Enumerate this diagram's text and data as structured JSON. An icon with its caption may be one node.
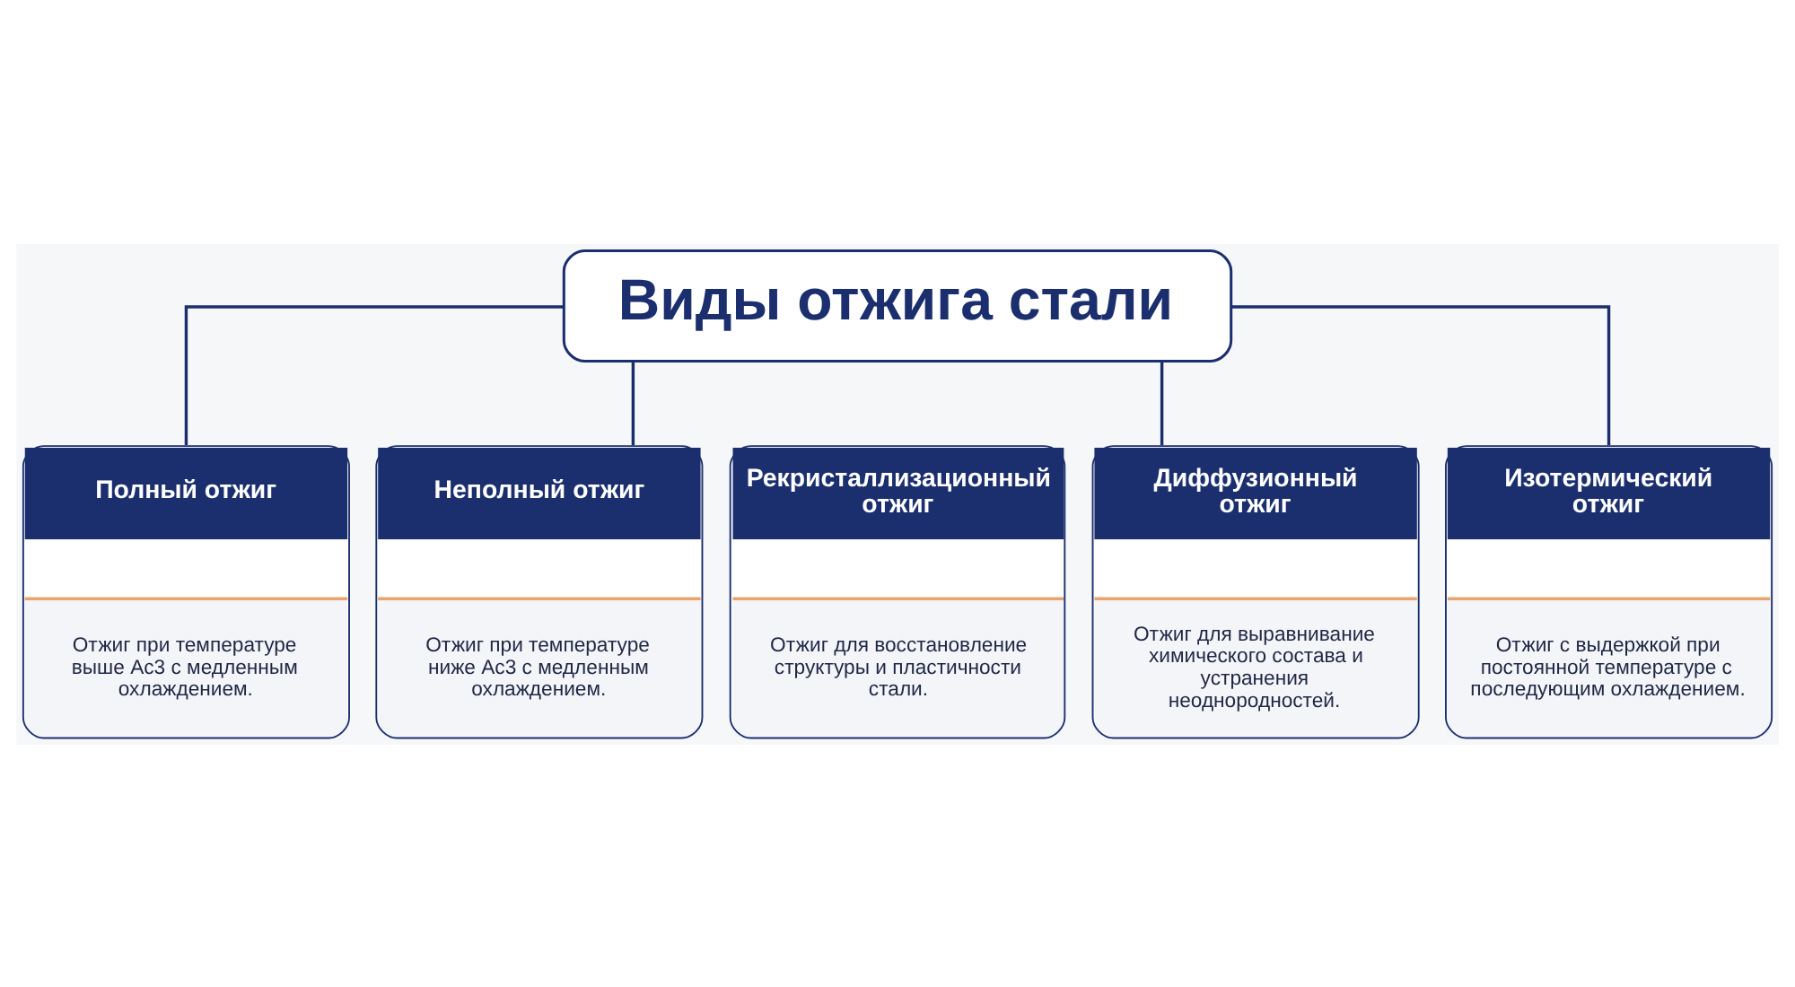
{
  "diagram": {
    "nodes": [
      {
        "text": [
          "Виды отжига стали"
        ]
      },
      {
        "text": [
          "Полный отжиг",
          "Отжиг при температуре выше Ac3 с медленным охлаждением."
        ]
      },
      {
        "text": [
          "Неполный отжиг",
          "Отжиг при температуре ниже Ac3 с медленным охлаждением."
        ]
      },
      {
        "text": [
          "Рекристаллизационный отжиг",
          "Отжиг для восстановление структуры и пластичности стали."
        ]
      },
      {
        "text": [
          "Диффузионный отжиг",
          "Отжиг для выравнивание химического состава и устранения неоднородностей."
        ]
      },
      {
        "text": [
          "Изотермический отжиг",
          "Отжиг с выдержкой при постоянной температуре с последующим охлаждением."
        ]
      }
    ],
    "edges": [
      {
        "from": 0,
        "to": 1,
        "arrow": "none"
      },
      {
        "from": 0,
        "to": 2,
        "arrow": "none"
      },
      {
        "from": 0,
        "to": 4,
        "arrow": "none"
      },
      {
        "from": 0,
        "to": 5,
        "arrow": "none"
      }
    ]
  }
}
